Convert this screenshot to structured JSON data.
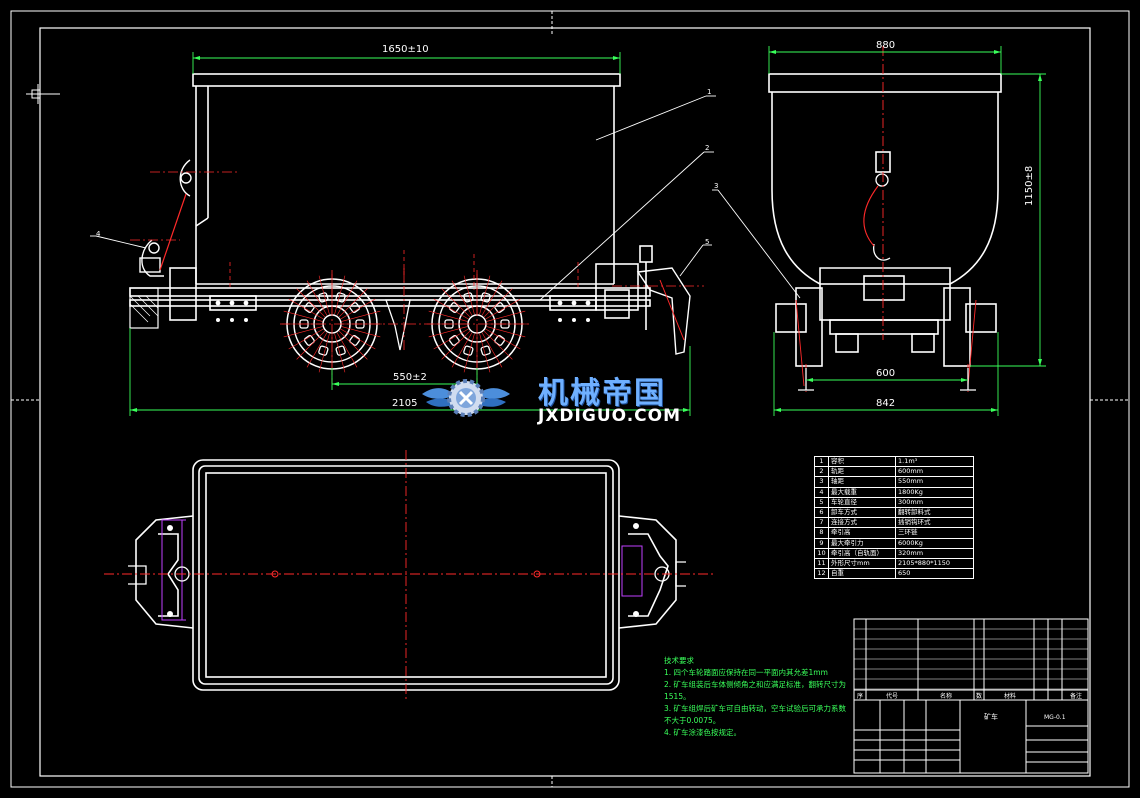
{
  "dimensions": {
    "body_length": "1650±10",
    "wheelbase": "550±2",
    "total_length": "2105",
    "end_width": "880",
    "end_height": "1150±8",
    "track_gauge": "600",
    "width_outer": "842"
  },
  "part_callouts": [
    "1",
    "2",
    "3",
    "4",
    "5"
  ],
  "spec_table": [
    {
      "no": "1",
      "name": "容积",
      "value": "1.1m³"
    },
    {
      "no": "2",
      "name": "轨距",
      "value": "600mm"
    },
    {
      "no": "3",
      "name": "轴距",
      "value": "550mm"
    },
    {
      "no": "4",
      "name": "最大载重",
      "value": "1800Kg"
    },
    {
      "no": "5",
      "name": "车轮直径",
      "value": "300mm"
    },
    {
      "no": "6",
      "name": "卸车方式",
      "value": "翻转卸料式"
    },
    {
      "no": "7",
      "name": "连接方式",
      "value": "插销钩环式"
    },
    {
      "no": "8",
      "name": "牵引高",
      "value": "三环链"
    },
    {
      "no": "9",
      "name": "最大牵引力",
      "value": "6000Kg"
    },
    {
      "no": "10",
      "name": "牵引高（自轨面）",
      "value": "320mm"
    },
    {
      "no": "11",
      "name": "外形尺寸mm",
      "value": "2105*880*1150"
    },
    {
      "no": "12",
      "name": "自重",
      "value": "650"
    }
  ],
  "technical_requirements": {
    "title": "技术要求",
    "items": [
      "1. 四个车轮踏面应保持在同一平面内其允差1mm",
      "2. 矿车组装后车体侧倾角之和应满足标准，翻转尺寸为1515。",
      "3. 矿车组焊后矿车可自由转动，空车试验后可承力系数不大于0.0075。",
      "4. 矿车涂漆色按规定。"
    ]
  },
  "title_block": {
    "headers": [
      "序",
      "代号",
      "名称",
      "数",
      "材料",
      "备注"
    ],
    "drawing_title": "矿车",
    "drawing_number": "MG-0.1"
  },
  "watermark": {
    "title": "机械帝国",
    "subtitle": "JXDIGUO.COM"
  },
  "colors": {
    "background": "#000000",
    "line": "#ffffff",
    "centerline": "#ff2a2a",
    "dimension": "#39ff5a",
    "hidden": "#c040ff",
    "watermark": "#6fb0ff"
  }
}
